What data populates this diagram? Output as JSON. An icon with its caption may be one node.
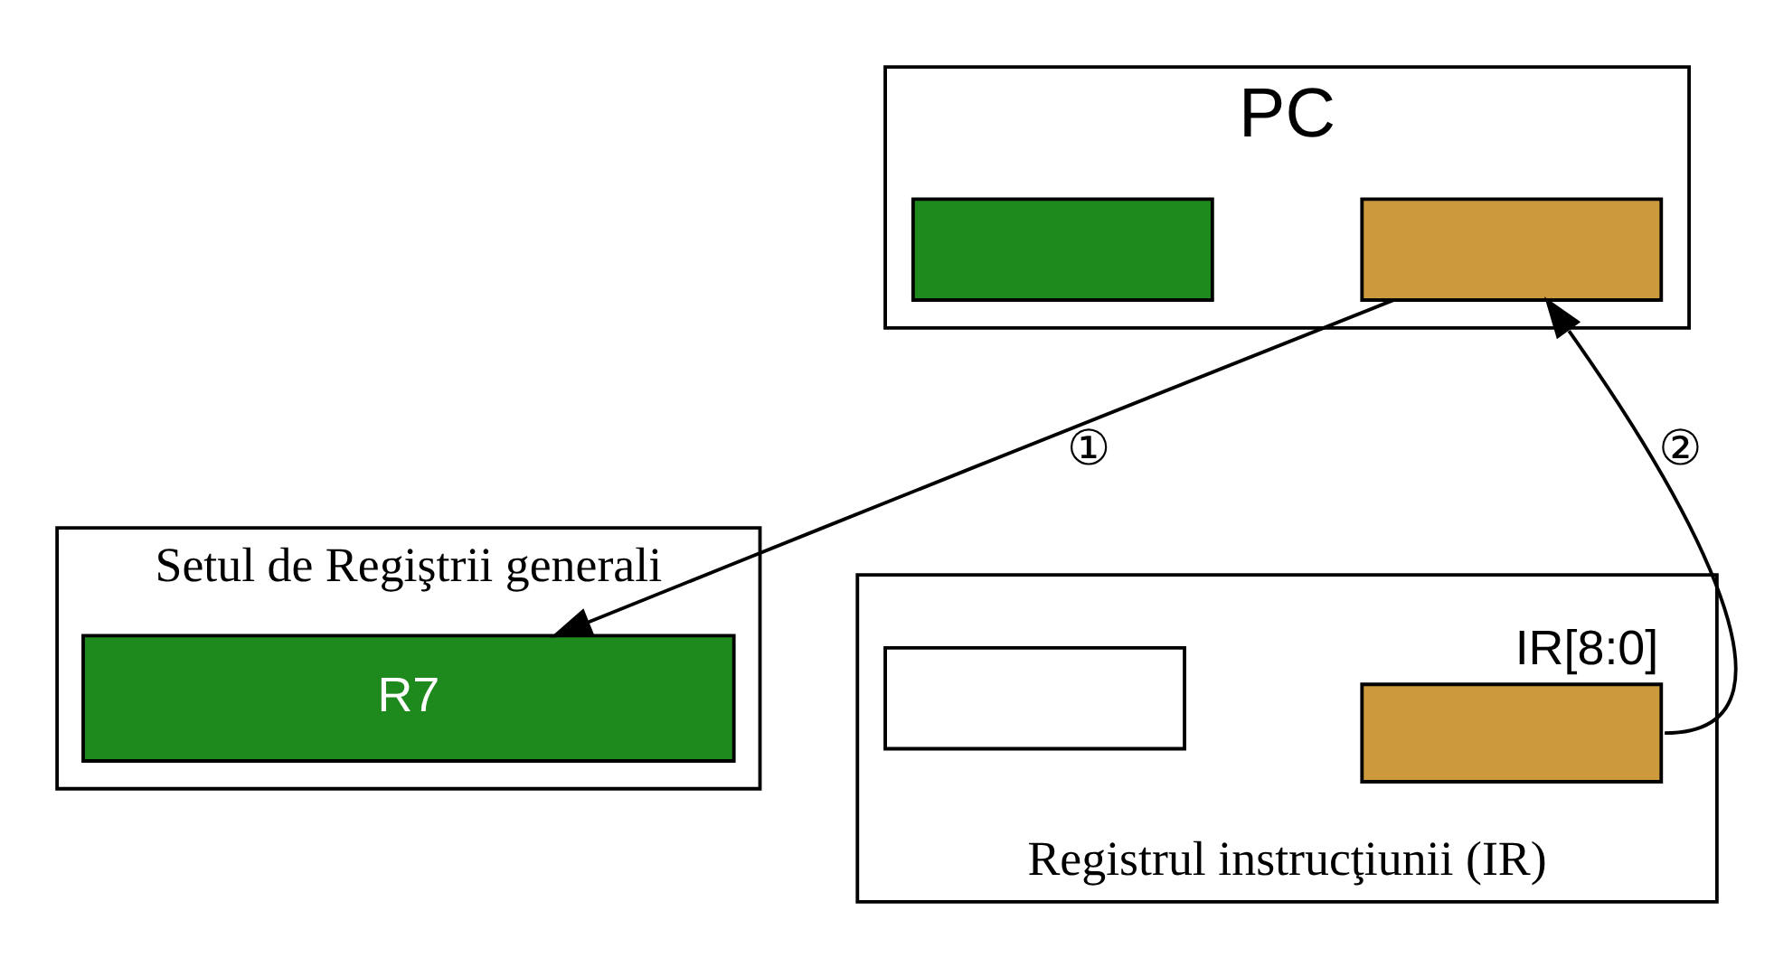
{
  "diagram": {
    "nodes": [
      {
        "text": [
          "PC"
        ]
      },
      {
        "text": [],
        "shape": "box",
        "in": 0
      },
      {
        "text": [],
        "shape": "box",
        "in": 0
      },
      {
        "text": [
          "Setul de Regiştrii generali"
        ]
      },
      {
        "text": [
          "R7"
        ],
        "in": 3
      },
      {
        "text": [
          "Registrul instrucţiunii (IR)"
        ]
      },
      {
        "text": [],
        "shape": "box",
        "in": 5
      },
      {
        "text": [],
        "shape": "box",
        "in": 5,
        "beside": [
          "IR[8:0]"
        ]
      }
    ],
    "edges": [
      {
        "from": 2,
        "to": 4,
        "arrow": "to",
        "label": "①"
      },
      {
        "from": 7,
        "to": 2,
        "arrow": "to",
        "label": "②"
      }
    ]
  }
}
